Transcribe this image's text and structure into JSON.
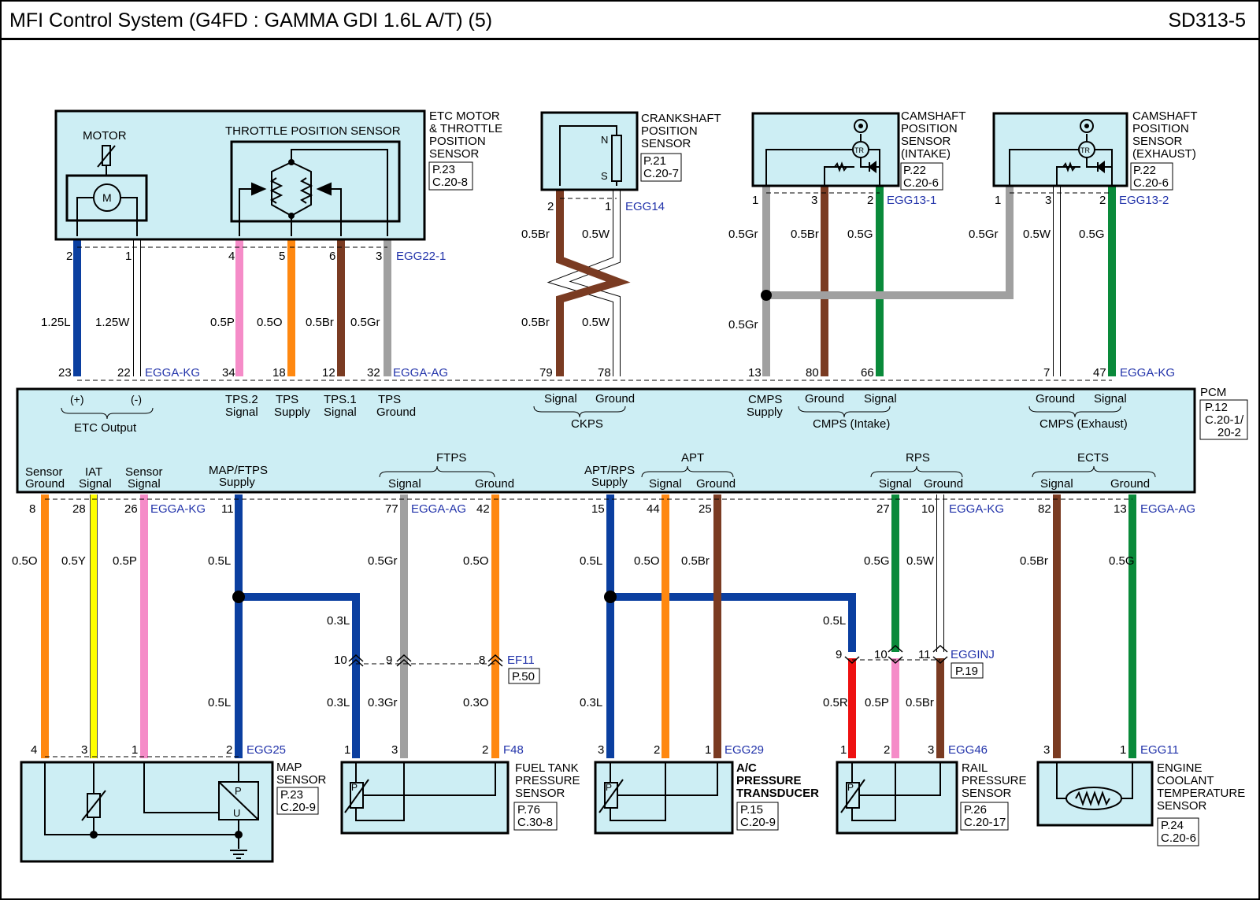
{
  "header": {
    "title": "MFI Control System (G4FD : GAMMA GDI 1.6L A/T) (5)",
    "code": "SD313-5"
  },
  "colors": {
    "panel": "#cdeef4",
    "L": "#0b3fa0",
    "W": "#ffffff",
    "P": "#f58cc8",
    "O": "#ff8810",
    "Br": "#7a3b22",
    "Gr": "#a0a0a0",
    "G": "#0a8a3a",
    "Y": "#ffff00",
    "R": "#ee1111",
    "ref": "#2233aa"
  },
  "components": {
    "etc": {
      "title": [
        "ETC MOTOR",
        "& THROTTLE",
        "POSITION",
        "SENSOR"
      ],
      "ref": [
        "P.23",
        "C.20-8"
      ],
      "motor": "MOTOR",
      "motor_symbol": "M",
      "tps": "THROTTLE POSITION SENSOR"
    },
    "ckp": {
      "title": [
        "CRANKSHAFT",
        "POSITION",
        "SENSOR"
      ],
      "ref": [
        "P.21",
        "C.20-7"
      ],
      "n": "N",
      "s": "S"
    },
    "cmp_in": {
      "title": [
        "CAMSHAFT",
        "POSITION",
        "SENSOR",
        "(INTAKE)"
      ],
      "ref": [
        "P.22",
        "C.20-6"
      ],
      "tr": "TR"
    },
    "cmp_ex": {
      "title": [
        "CAMSHAFT",
        "POSITION",
        "SENSOR",
        "(EXHAUST)"
      ],
      "ref": [
        "P.22",
        "C.20-6"
      ],
      "tr": "TR"
    },
    "pcm": {
      "title": "PCM",
      "ref": [
        "P.12",
        "C.20-1/",
        "20-2"
      ]
    },
    "map": {
      "title": [
        "MAP",
        "SENSOR"
      ],
      "ref": [
        "P.23",
        "C.20-9"
      ],
      "p": "P",
      "u": "U"
    },
    "ftps": {
      "title": [
        "FUEL TANK",
        "PRESSURE",
        "SENSOR"
      ],
      "ref": [
        "P.76",
        "C.30-8"
      ],
      "p": "P"
    },
    "apt": {
      "title": [
        "A/C",
        "PRESSURE",
        "TRANSDUCER"
      ],
      "ref": [
        "P.15",
        "C.20-9"
      ],
      "p": "P"
    },
    "rps": {
      "title": [
        "RAIL",
        "PRESSURE",
        "SENSOR"
      ],
      "ref": [
        "P.26",
        "C.20-17"
      ],
      "p": "P"
    },
    "ects": {
      "title": [
        "ENGINE",
        "COOLANT",
        "TEMPERATURE",
        "SENSOR"
      ],
      "ref": [
        "P.24",
        "C.20-6"
      ]
    }
  },
  "connectors": {
    "EGG22_1": "EGG22-1",
    "EGG14": "EGG14",
    "EGG13_1": "EGG13-1",
    "EGG13_2": "EGG13-2",
    "EGGA_KG": "EGGA-KG",
    "EGGA_AG": "EGGA-AG",
    "EF11": "EF11",
    "EF11_ref": "P.50",
    "EGGINJ": "EGGINJ",
    "EGGINJ_ref": "P.19",
    "EGG25": "EGG25",
    "F48": "F48",
    "EGG29": "EGG29",
    "EGG46": "EGG46",
    "EGG11": "EGG11"
  },
  "pcm_labels_top": {
    "plus": "(+)",
    "minus": "(-)",
    "etc_output": "ETC Output",
    "tps2": [
      "TPS.2",
      "Signal"
    ],
    "tps_supply": [
      "TPS",
      "Supply"
    ],
    "tps1": [
      "TPS.1",
      "Signal"
    ],
    "tps_ground": [
      "TPS",
      "Ground"
    ],
    "ckps_signal": "Signal",
    "ckps_ground": "Ground",
    "ckps": "CKPS",
    "cmps_supply": [
      "CMPS",
      "Supply"
    ],
    "cmpi_ground": "Ground",
    "cmpi_signal": "Signal",
    "cmps_intake": "CMPS (Intake)",
    "cmpe_ground": "Ground",
    "cmpe_signal": "Signal",
    "cmps_exhaust": "CMPS (Exhaust)"
  },
  "pcm_labels_bottom": {
    "sensor_ground": [
      "Sensor",
      "Ground"
    ],
    "iat_signal": [
      "IAT",
      "Signal"
    ],
    "sensor_signal": [
      "Sensor",
      "Signal"
    ],
    "map_supply": [
      "MAP/FTPS",
      "Supply"
    ],
    "ftps": "FTPS",
    "ftps_signal": "Signal",
    "ftps_ground": "Ground",
    "aptrps_supply": [
      "APT/RPS",
      "Supply"
    ],
    "apt": "APT",
    "apt_signal": "Signal",
    "apt_ground": "Ground",
    "rps": "RPS",
    "rps_signal": "Signal",
    "rps_ground": "Ground",
    "ects": "ECTS",
    "ects_signal": "Signal",
    "ects_ground": "Ground"
  },
  "pins": {
    "etc_2": "2",
    "etc_1": "1",
    "etc_4": "4",
    "etc_5": "5",
    "etc_6": "6",
    "etc_3": "3",
    "pcm_23": "23",
    "pcm_22": "22",
    "pcm_34": "34",
    "pcm_18": "18",
    "pcm_12": "12",
    "pcm_32": "32",
    "ckp_2": "2",
    "ckp_1": "1",
    "pcm_79": "79",
    "pcm_78": "78",
    "cmi_1": "1",
    "cmi_3": "3",
    "cmi_2": "2",
    "cme_1": "1",
    "cme_3": "3",
    "cme_2": "2",
    "pcm_13": "13",
    "pcm_80": "80",
    "pcm_66": "66",
    "pcm_7": "7",
    "pcm_47": "47",
    "pcm_8": "8",
    "pcm_28": "28",
    "pcm_26": "26",
    "pcm_11": "11",
    "pcm_77": "77",
    "pcm_42": "42",
    "pcm_15": "15",
    "pcm_44": "44",
    "pcm_25": "25",
    "pcm_27": "27",
    "pcm_10": "10",
    "pcm_82": "82",
    "pcm_13b": "13",
    "ef_10": "10",
    "ef_9": "9",
    "ef_8": "8",
    "inj_9": "9",
    "inj_10": "10",
    "inj_11": "11",
    "map_4": "4",
    "map_3": "3",
    "map_1": "1",
    "map_2": "2",
    "ft_1": "1",
    "ft_3": "3",
    "ft_2": "2",
    "ap_3": "3",
    "ap_2": "2",
    "ap_1": "1",
    "rp_1": "1",
    "rp_2": "2",
    "rp_3": "3",
    "ec_3": "3",
    "ec_1": "1"
  },
  "wires": {
    "w_125L": "1.25L",
    "w_125W": "1.25W",
    "w_05P_a": "0.5P",
    "w_05O_a": "0.5O",
    "w_05Br_a": "0.5Br",
    "w_05Gr_a": "0.5Gr",
    "ck_05Br_1": "0.5Br",
    "ck_05W_1": "0.5W",
    "ck_05Br_2": "0.5Br",
    "ck_05W_2": "0.5W",
    "ci_05Gr": "0.5Gr",
    "ci_05Br": "0.5Br",
    "ci_05G": "0.5G",
    "ce_05Gr": "0.5Gr",
    "ce_05W": "0.5W",
    "ce_05G": "0.5G",
    "sp_05Gr": "0.5Gr",
    "b_05O": "0.5O",
    "b_05Y": "0.5Y",
    "b_05P": "0.5P",
    "b_05L": "0.5L",
    "b_05Gr": "0.5Gr",
    "b_05O2": "0.5O",
    "b_05L2": "0.5L",
    "b_05O3": "0.5O",
    "b_05Br": "0.5Br",
    "b_05G": "0.5G",
    "b_05W": "0.5W",
    "b_05Br2": "0.5Br",
    "b_05G2": "0.5G",
    "b_03L": "0.3L",
    "b_05L_r": "0.5L",
    "m_05L": "0.5L",
    "m_03L": "0.3L",
    "m_03Gr": "0.3Gr",
    "m_03O": "0.3O",
    "m_03L2": "0.3L",
    "m_05R": "0.5R",
    "m_05P": "0.5P",
    "m_05Br": "0.5Br"
  }
}
